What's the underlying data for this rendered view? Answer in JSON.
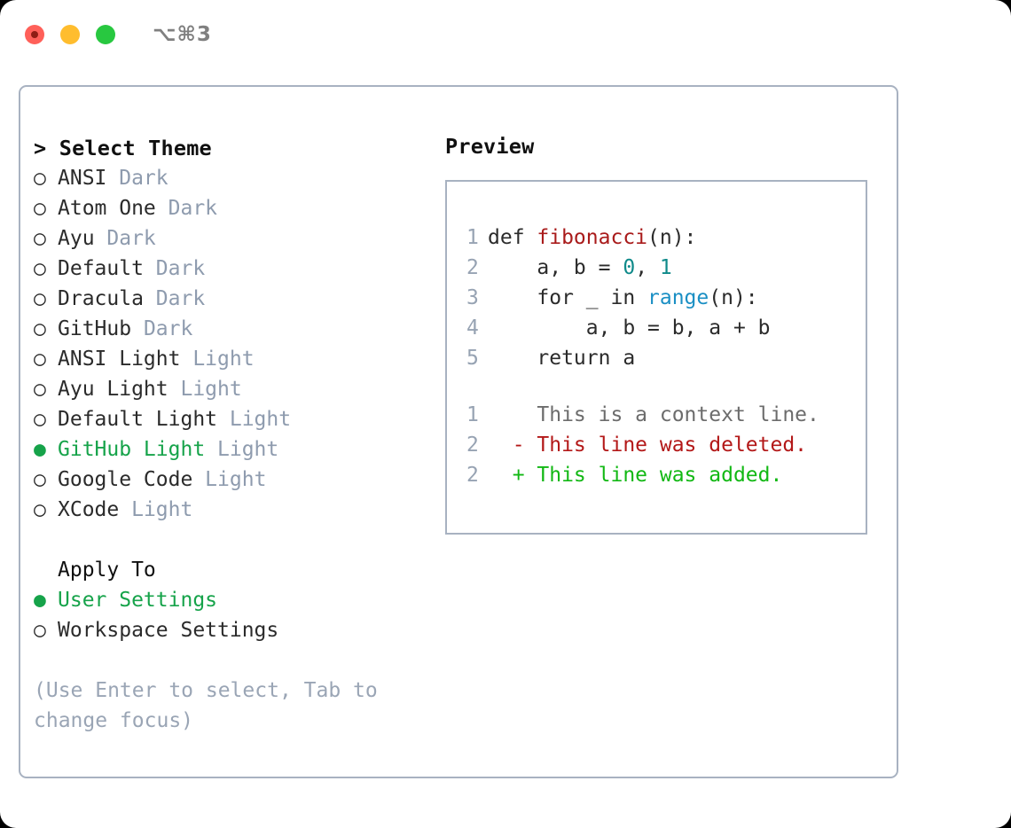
{
  "titlebar": {
    "shortcut": "⌥⌘3",
    "lights": [
      "close",
      "minimize",
      "maximize"
    ]
  },
  "left": {
    "header": {
      "caret": ">",
      "title": "Select Theme"
    },
    "marker_unselected": "○",
    "marker_selected": "●",
    "themes": [
      {
        "name": "ANSI",
        "tag": "Dark",
        "selected": false
      },
      {
        "name": "Atom One",
        "tag": "Dark",
        "selected": false
      },
      {
        "name": "Ayu",
        "tag": "Dark",
        "selected": false
      },
      {
        "name": "Default",
        "tag": "Dark",
        "selected": false
      },
      {
        "name": "Dracula",
        "tag": "Dark",
        "selected": false
      },
      {
        "name": "GitHub",
        "tag": "Dark",
        "selected": false
      },
      {
        "name": "ANSI Light",
        "tag": "Light",
        "selected": false
      },
      {
        "name": "Ayu Light",
        "tag": "Light",
        "selected": false
      },
      {
        "name": "Default Light",
        "tag": "Light",
        "selected": false
      },
      {
        "name": "GitHub Light",
        "tag": "Light",
        "selected": true
      },
      {
        "name": "Google Code",
        "tag": "Light",
        "selected": false
      },
      {
        "name": "XCode",
        "tag": "Light",
        "selected": false
      }
    ],
    "apply_to": {
      "heading": "Apply To",
      "options": [
        {
          "name": "User Settings",
          "selected": true
        },
        {
          "name": "Workspace Settings",
          "selected": false
        }
      ]
    },
    "hint": "(Use Enter to select, Tab to change focus)"
  },
  "right": {
    "title": "Preview",
    "code_lines": [
      {
        "num": "1",
        "segments": [
          {
            "t": "def ",
            "c": "plain"
          },
          {
            "t": "fibonacci",
            "c": "fn"
          },
          {
            "t": "(n):",
            "c": "plain"
          }
        ]
      },
      {
        "num": "2",
        "segments": [
          {
            "t": "    a, b = ",
            "c": "plain"
          },
          {
            "t": "0",
            "c": "num"
          },
          {
            "t": ", ",
            "c": "plain"
          },
          {
            "t": "1",
            "c": "num"
          }
        ]
      },
      {
        "num": "3",
        "segments": [
          {
            "t": "    for _ in ",
            "c": "plain"
          },
          {
            "t": "range",
            "c": "call"
          },
          {
            "t": "(n):",
            "c": "plain"
          }
        ]
      },
      {
        "num": "4",
        "segments": [
          {
            "t": "        a, b = b, a + b",
            "c": "plain"
          }
        ]
      },
      {
        "num": "5",
        "segments": [
          {
            "t": "    return a",
            "c": "plain"
          }
        ]
      }
    ],
    "diff_lines": [
      {
        "num": "1",
        "marker": " ",
        "text": "This is a context line.",
        "kind": "ctx"
      },
      {
        "num": "2",
        "marker": "-",
        "text": "This line was deleted.",
        "kind": "del"
      },
      {
        "num": "2",
        "marker": "+",
        "text": "This line was added.",
        "kind": "add"
      }
    ]
  },
  "colors": {
    "accent_green": "#16a34a",
    "tag_gray": "#8e9bae",
    "hint_gray": "#9aa5b5",
    "border": "#a8b2c1",
    "diff_add": "#12b814",
    "diff_del": "#b31818",
    "syntax_fn": "#a91b1b",
    "syntax_num": "#0f8a8a",
    "syntax_call": "#1a8fc4"
  }
}
